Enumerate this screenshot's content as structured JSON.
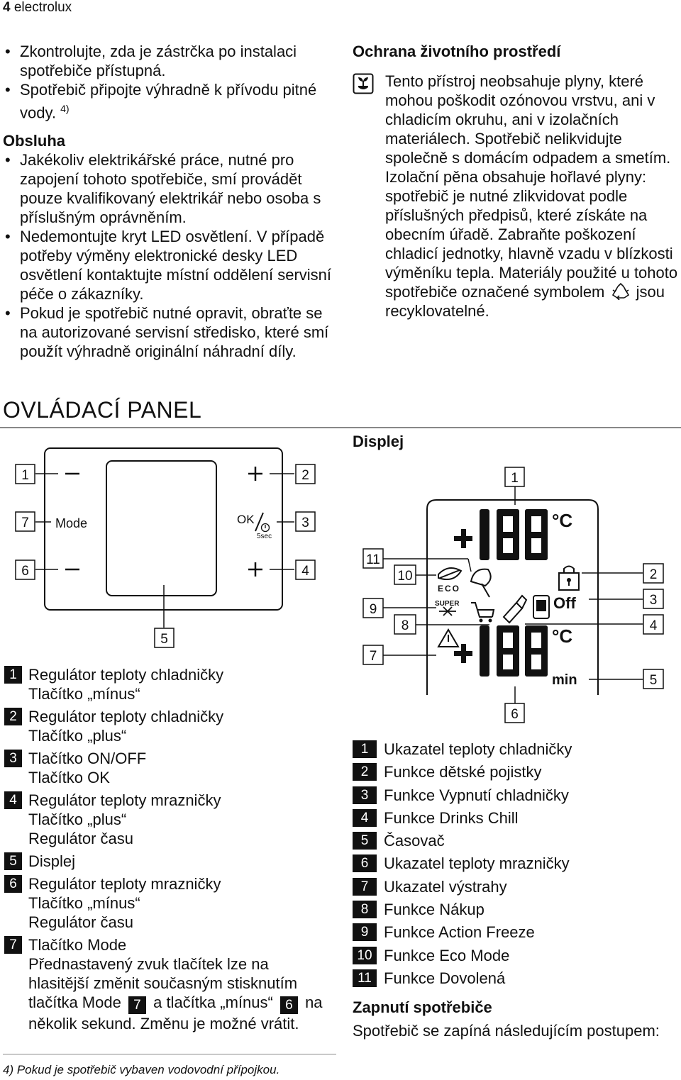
{
  "header": {
    "page_num": "4",
    "brand": "electrolux"
  },
  "left_top_bullets": [
    "Zkontrolujte, zda je zástrčka po instalaci spotřebiče přístupná.",
    "Spotřebič připojte výhradně k přívodu pitné vody."
  ],
  "footnote_ref": "4)",
  "obsluha": {
    "title": "Obsluha",
    "bullets": [
      "Jakékoliv elektrikářské práce, nutné pro zapojení tohoto spotřebiče, smí provádět pouze kvalifikovaný elektrikář nebo osoba s příslušným oprávněním.",
      "Nedemontujte kryt LED osvětlení. V případě potřeby výměny elektronické desky LED osvětlení kontaktujte místní oddělení servisní péče o zákazníky.",
      "Pokud je spotřebič nutné opravit, obraťte se na autorizované servisní středisko, které smí použít výhradně originální náhradní díly."
    ]
  },
  "environment": {
    "title": "Ochrana životního prostředí",
    "text_before": "Tento přístroj neobsahuje plyny, které mohou poškodit ozónovou vrstvu, ani v chladicím okruhu, ani v izolačních materiálech. Spotřebič nelikvidujte společně s domácím odpadem a smetím. Izolační pěna obsahuje hořlavé plyny: spotřebič je nutné zlikvidovat podle příslušných předpisů, které získáte na obecním úřadě. Zabraňte poškození chladicí jednotky, hlavně vzadu v blízkosti výměníku tepla. Materiály použité u tohoto spotřebiče označené symbolem",
    "text_after": "jsou recyklovatelné."
  },
  "panel": {
    "title": "OVLÁDACÍ PANEL",
    "mode_label": "Mode",
    "ok_label": "OK",
    "sec_label": "5sec",
    "callouts": [
      "1",
      "2",
      "7",
      "3",
      "6",
      "4",
      "5"
    ]
  },
  "panel_legend": [
    {
      "num": "1",
      "lines": [
        "Regulátor teploty chladničky",
        "Tlačítko „mínus“"
      ]
    },
    {
      "num": "2",
      "lines": [
        "Regulátor teploty chladničky",
        "Tlačítko „plus“"
      ]
    },
    {
      "num": "3",
      "lines": [
        "Tlačítko ON/OFF",
        "Tlačítko OK"
      ]
    },
    {
      "num": "4",
      "lines": [
        "Regulátor teploty mrazničky",
        "Tlačítko „plus“",
        "Regulátor času"
      ]
    },
    {
      "num": "5",
      "lines": [
        "Displej"
      ]
    },
    {
      "num": "6",
      "lines": [
        "Regulátor teploty mrazničky",
        "Tlačítko „mínus“",
        "Regulátor času"
      ]
    },
    {
      "num": "7",
      "lines": [
        "Tlačítko Mode"
      ]
    }
  ],
  "mode_note": {
    "part1": "Přednastavený zvuk tlačítek lze na hlasitější změnit současným stisknutím tlačítka Mode",
    "ref1": "7",
    "part2": "a tlačítka „mínus“",
    "ref2": "6",
    "part3": "na několik sekund. Změnu je možné vrátit."
  },
  "footnote": "4) Pokud je spotřebič vybaven vodovodní přípojkou.",
  "display": {
    "title": "Displej",
    "eco": "ECO",
    "super": "SUPER",
    "off": "Off",
    "celsius": "°C",
    "min": "min",
    "callouts": [
      "1",
      "11",
      "10",
      "9",
      "8",
      "7",
      "2",
      "3",
      "4",
      "5",
      "6"
    ]
  },
  "display_legend": [
    {
      "num": "1",
      "label": "Ukazatel teploty chladničky"
    },
    {
      "num": "2",
      "label": "Funkce dětské pojistky"
    },
    {
      "num": "3",
      "label": "Funkce Vypnutí chladničky"
    },
    {
      "num": "4",
      "label": "Funkce Drinks Chill"
    },
    {
      "num": "5",
      "label": "Časovač"
    },
    {
      "num": "6",
      "label": "Ukazatel teploty mrazničky"
    },
    {
      "num": "7",
      "label": "Ukazatel výstrahy"
    },
    {
      "num": "8",
      "label": "Funkce Nákup"
    },
    {
      "num": "9",
      "label": "Funkce Action Freeze"
    },
    {
      "num": "10",
      "label": "Funkce Eco Mode"
    },
    {
      "num": "11",
      "label": "Funkce Dovolená"
    }
  ],
  "switch_on": {
    "title": "Zapnutí spotřebiče",
    "text": "Spotřebič se zapíná následujícím postupem:"
  }
}
